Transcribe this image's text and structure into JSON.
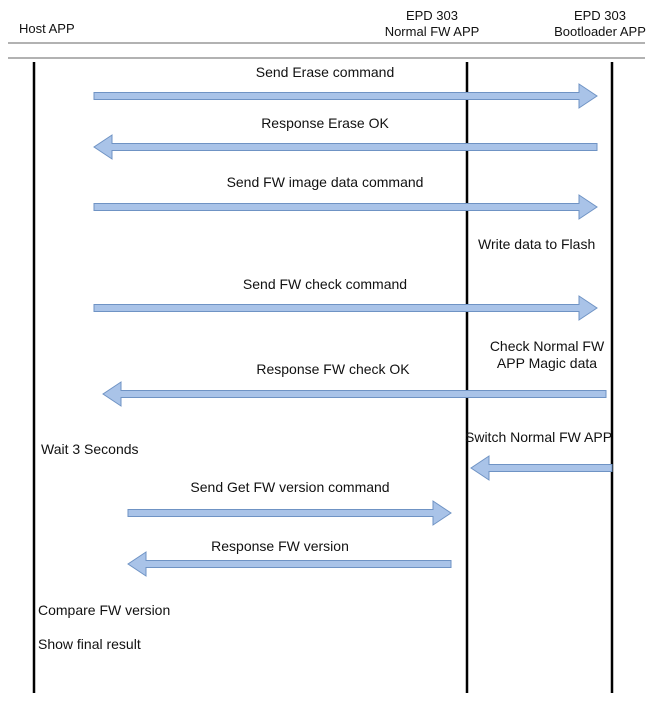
{
  "participants": {
    "host": {
      "label": "Host  APP"
    },
    "normal": {
      "label_line1": "EPD 303",
      "label_line2": "Normal FW APP"
    },
    "boot": {
      "label_line1": "EPD 303",
      "label_line2": "Bootloader APP"
    }
  },
  "messages": {
    "send_erase": "Send Erase command",
    "resp_erase": "Response  Erase OK",
    "send_fw_image": "Send FW image data command",
    "send_fw_check": "Send FW check command",
    "resp_fw_check": "Response  FW check  OK",
    "send_get_version": "Send Get FW version command",
    "resp_version": "Response FW version"
  },
  "notes": {
    "write_flash": "Write data to Flash",
    "check_magic_line1": "Check Normal FW",
    "check_magic_line2": "APP Magic data",
    "wait": "Wait 3 Seconds",
    "switch_app": "Switch Normal FW APP",
    "compare": "Compare FW version",
    "show_result": "Show final result"
  },
  "colors": {
    "arrow_fill": "#a9c3e8",
    "arrow_stroke": "#6f93c4",
    "lifeline": "#000000",
    "header_rule": "#666666"
  }
}
